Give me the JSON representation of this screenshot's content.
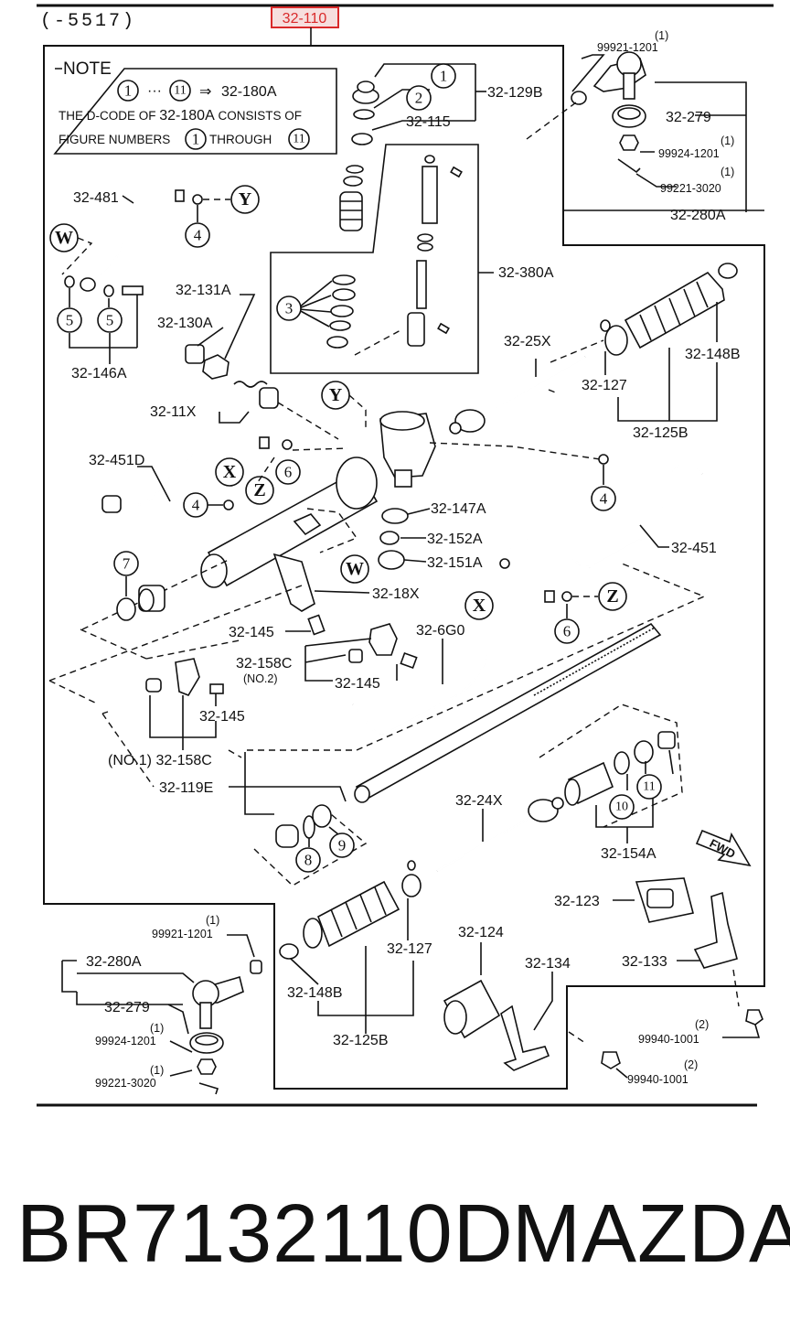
{
  "header": {
    "range": "(-5517)",
    "group_code": "32-110"
  },
  "note": {
    "title": "NOTE",
    "from": "1",
    "to": "11",
    "arrow": "⇒",
    "ref": "32-180A",
    "line1a": "THE D-CODE OF ",
    "line1b": "32-180A",
    "line1c": " CONSISTS OF",
    "line2a": "FIGURE NUMBERS ",
    "line2b": "1",
    "line2c": " THROUGH ",
    "line2d": "11"
  },
  "labels": {
    "l_129B": "32-129B",
    "l_115": "32-115",
    "l_380A": "32-380A",
    "l_481": "32-481",
    "l_146A": "32-146A",
    "l_131A": "32-131A",
    "l_130A": "32-130A",
    "l_11X": "32-11X",
    "l_451D": "32-451D",
    "l_147A": "32-147A",
    "l_152A": "32-152A",
    "l_151A": "32-151A",
    "l_18X": "32-18X",
    "l_145a": "32-145",
    "l_158C": "32-158C",
    "l_no2": "(NO.2)",
    "l_145b": "32-145",
    "l_145c": "32-145",
    "l_no1": "(NO.1) 32-158C",
    "l_6G0": "32-6G0",
    "l_119E": "32-119E",
    "l_25X": "32-25X",
    "l_127a": "32-127",
    "l_148Ba": "32-148B",
    "l_125Ba": "32-125B",
    "l_451": "32-451",
    "l_24X": "32-24X",
    "l_154A": "32-154A",
    "l_123": "32-123",
    "l_124": "32-124",
    "l_134": "32-134",
    "l_133": "32-133",
    "l_127b": "32-127",
    "l_148Bb": "32-148B",
    "l_125Bb": "32-125B",
    "l_279a": "32-279",
    "l_280Aa": "32-280A",
    "l_279b": "32-279",
    "l_280Ab": "32-280A",
    "fwd": "FWD"
  },
  "small_labels": {
    "q1": "(1)",
    "p1": "99921-1201",
    "q2": "(1)",
    "p2": "99924-1201",
    "q3": "(1)",
    "p3": "99221-3020",
    "q4": "(1)",
    "p4": "99921-1201",
    "q5": "(1)",
    "p5": "99924-1201",
    "q6": "(1)",
    "p6": "99221-3020",
    "q7": "(2)",
    "p7": "99940-1001",
    "q8": "(2)",
    "p8": "99940-1001"
  },
  "callouts": {
    "c1": "1",
    "c2": "2",
    "c3": "3",
    "c4a": "4",
    "c4b": "4",
    "c4c": "4",
    "c5a": "5",
    "c5b": "5",
    "c6a": "6",
    "c6b": "6",
    "c7": "7",
    "c8": "8",
    "c9": "9",
    "c10": "10",
    "c11": "11",
    "W1": "W",
    "W2": "W",
    "X1": "X",
    "X2": "X",
    "Y1": "Y",
    "Y2": "Y",
    "Z1": "Z",
    "Z2": "Z"
  },
  "footer": {
    "part_number": "BR7132110D",
    "make": "MAZDA"
  },
  "colors": {
    "highlight": "#d9292a",
    "highlight_fill": "#f6dede"
  }
}
